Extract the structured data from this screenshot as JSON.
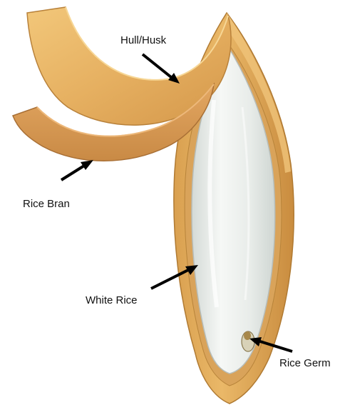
{
  "diagram": {
    "labels": {
      "hull_husk": "Hull/Husk",
      "rice_bran": "Rice Bran",
      "white_rice": "White Rice",
      "rice_germ": "Rice Germ"
    }
  },
  "colors": {
    "husk": "#E8B868",
    "husk_dark": "#C8903A",
    "bran": "#D99A55",
    "endosperm": "#EEF1EF",
    "arrow": "#000000"
  }
}
